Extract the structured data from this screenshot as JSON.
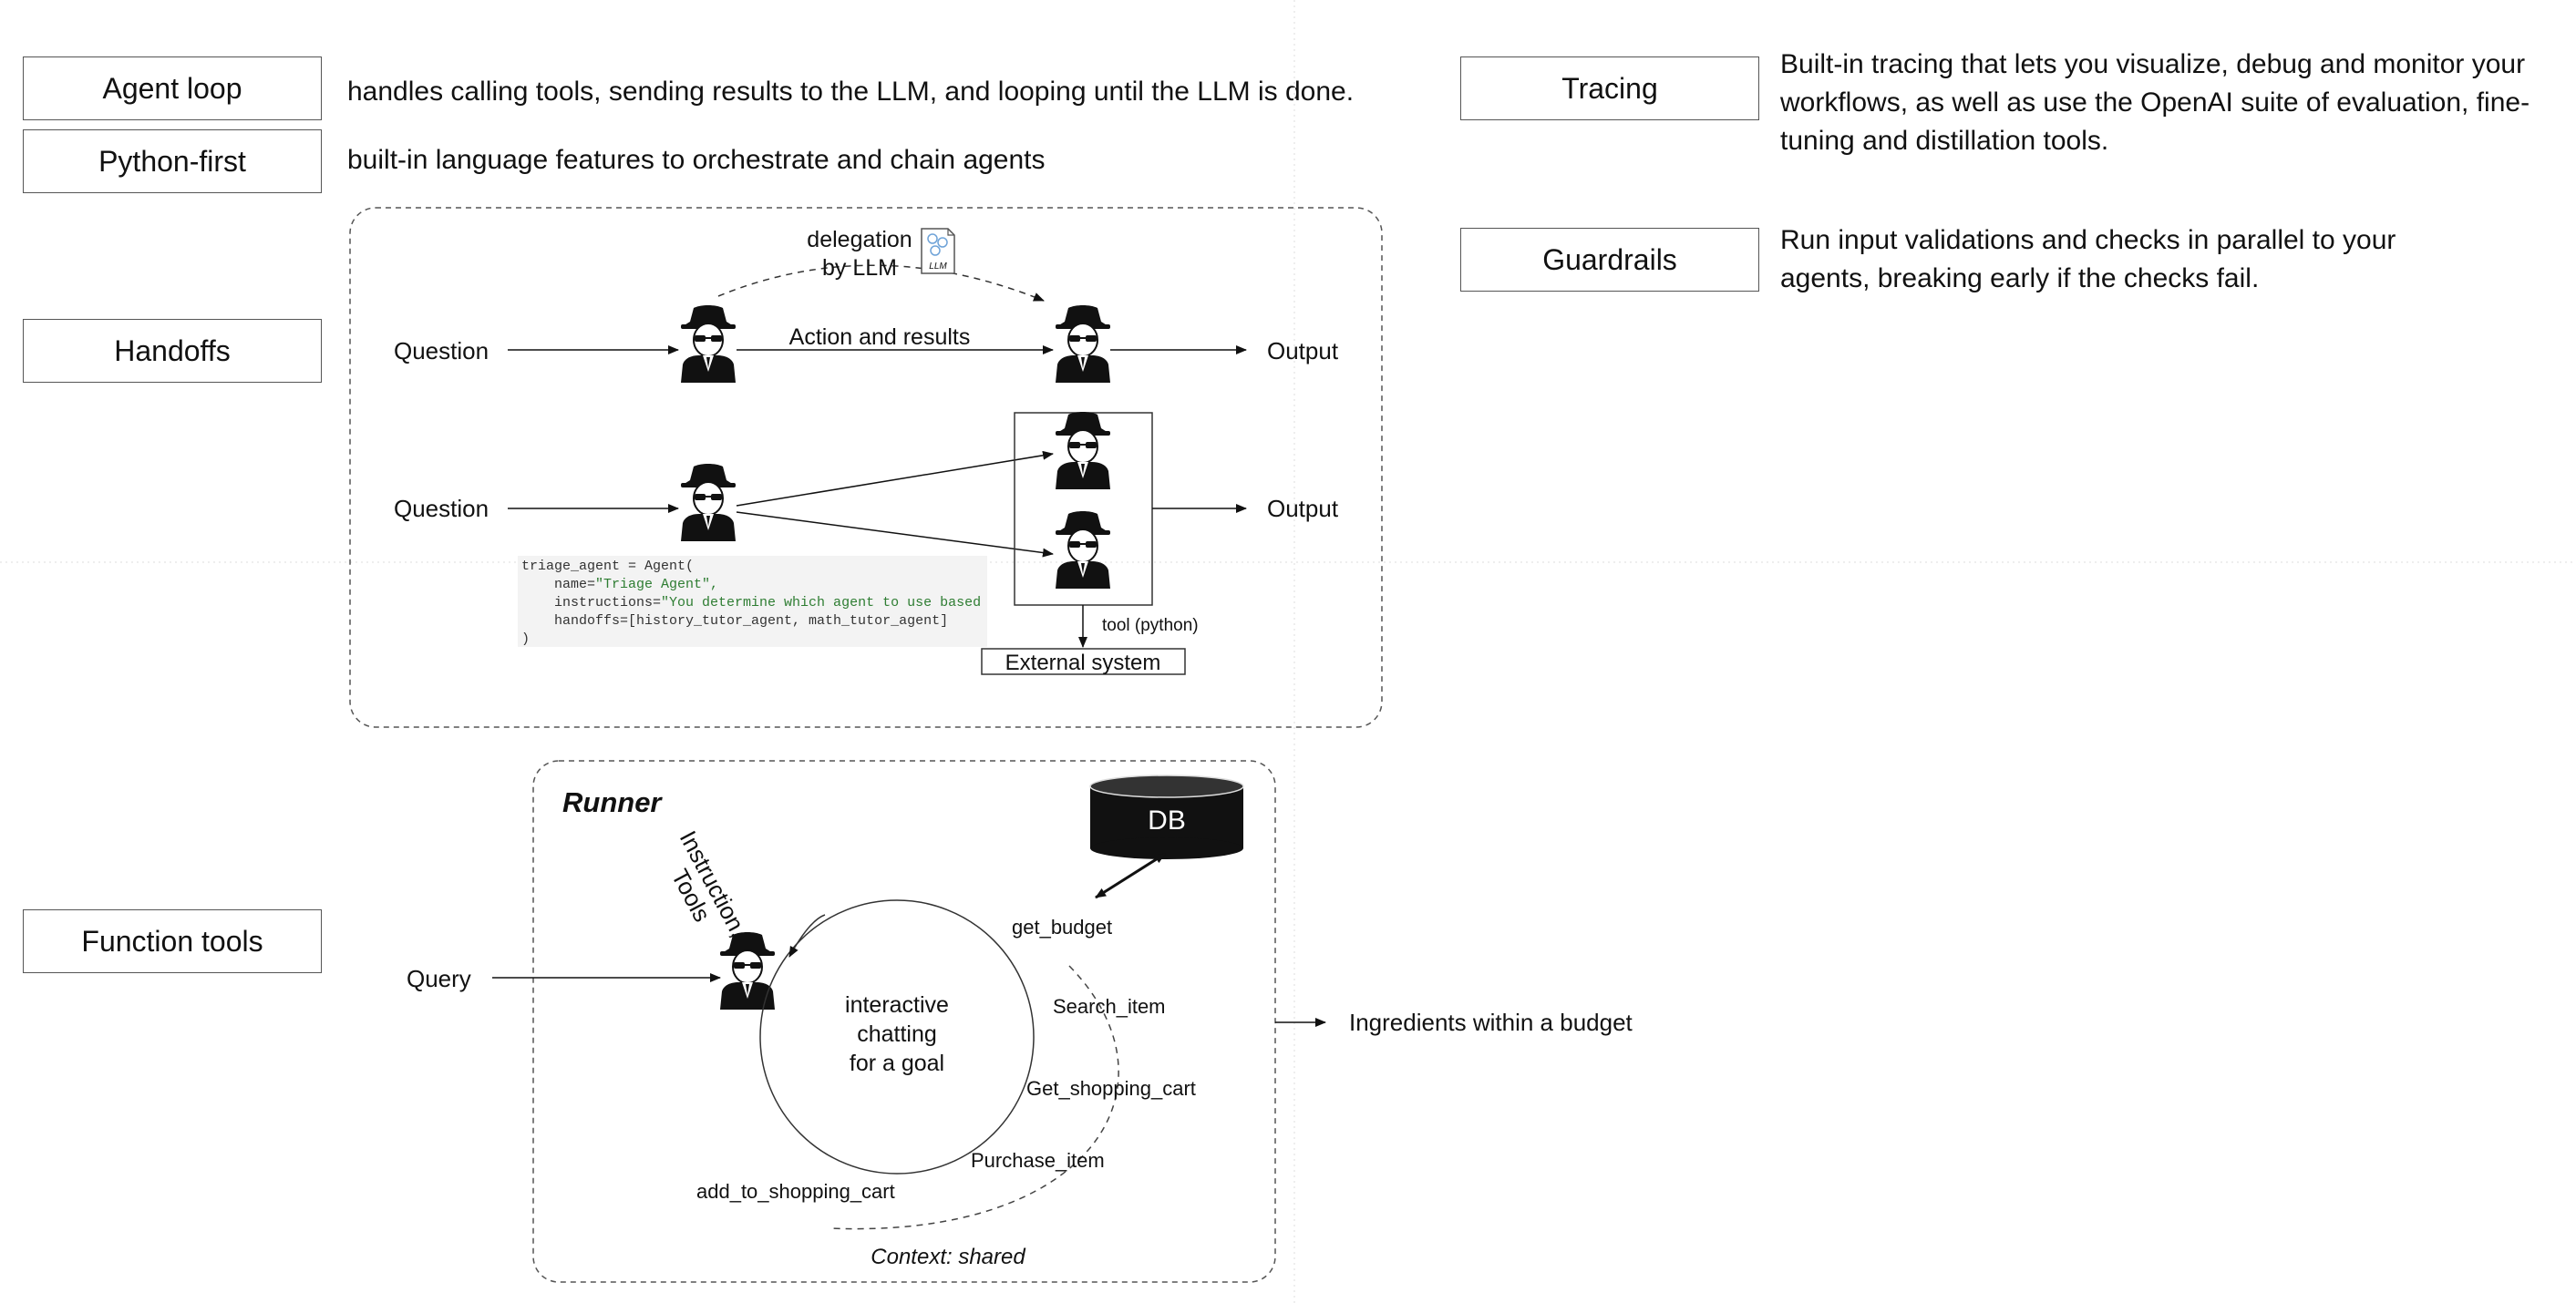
{
  "features": {
    "agent_loop": {
      "label": "Agent loop",
      "desc": "handles calling tools, sending results to the LLM, and looping until the LLM is done."
    },
    "python_first": {
      "label": "Python-first",
      "desc": "built-in language features to orchestrate and chain agents"
    },
    "handoffs": {
      "label": "Handoffs"
    },
    "function_tools": {
      "label": "Function tools"
    },
    "tracing": {
      "label": "Tracing",
      "desc": "Built-in tracing that lets you visualize, debug and monitor your workflows, as well as use the OpenAI suite of evaluation, fine-tuning and distillation tools."
    },
    "guardrails": {
      "label": "Guardrails",
      "desc": "Run input validations and checks in parallel to your agents, breaking early if the checks fail."
    }
  },
  "handoff_diagram": {
    "delegation_line1": "delegation",
    "delegation_line2": "by LLM",
    "llm_icon_text": "LLM",
    "question1": "Question",
    "action_results": "Action and results",
    "output1": "Output",
    "question2": "Question",
    "output2": "Output",
    "tool_python": "tool (python)",
    "external_system": "External system",
    "code": {
      "line1": "triage_agent = Agent(",
      "line2_key": "    name=",
      "line2_val": "\"Triage Agent\",",
      "line3_key": "    instructions=",
      "line3_val": "\"You determine which agent to use based on",
      "line4": "    handoffs=[history_tutor_agent, math_tutor_agent]",
      "line5": ")"
    }
  },
  "runner_diagram": {
    "runner": "Runner",
    "db": "DB",
    "instruction_tools_line1": "Instruction,",
    "instruction_tools_line2": "Tools",
    "query": "Query",
    "center_line1": "interactive",
    "center_line2": "chatting",
    "center_line3": "for a goal",
    "get_budget": "get_budget",
    "search_item": "Search_item",
    "get_shopping_cart": "Get_shopping_cart",
    "purchase_item": "Purchase_item",
    "add_to_shopping_cart": "add_to_shopping_cart",
    "context": "Context: shared",
    "result": "Ingredients within a budget"
  },
  "icons": [
    "agent-icon",
    "llm-document-icon",
    "database-icon",
    "arrow-icon"
  ]
}
